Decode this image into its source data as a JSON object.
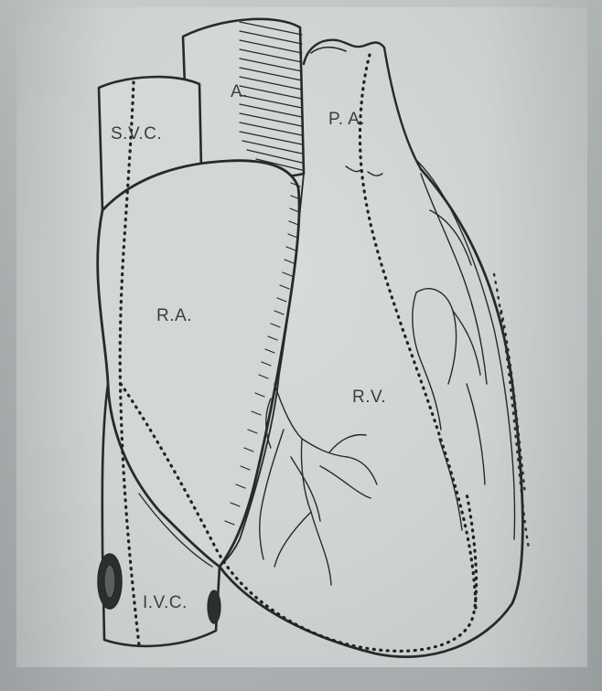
{
  "diagram": {
    "labels": {
      "svc": "S.V.C.",
      "aorta": "A.",
      "pa": "P. A.",
      "ra": "R.A.",
      "rv": "R.V.",
      "ivc": "I.V.C."
    }
  }
}
